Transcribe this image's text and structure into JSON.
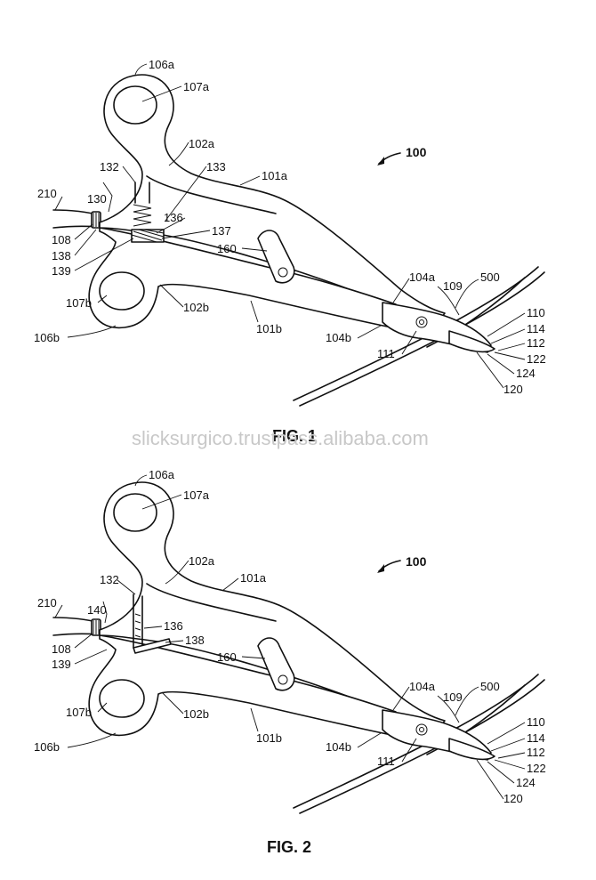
{
  "watermark": "slicksurgico.trustpass.alibaba.com",
  "figures": [
    {
      "caption": "FIG. 1",
      "ref_main": "100",
      "labels": [
        "106a",
        "107a",
        "102a",
        "133",
        "101a",
        "132",
        "130",
        "210",
        "136",
        "137",
        "108",
        "138",
        "139",
        "160",
        "107b",
        "102b",
        "106b",
        "101b",
        "104a",
        "109",
        "500",
        "104b",
        "111",
        "110",
        "114",
        "112",
        "122",
        "124",
        "120"
      ]
    },
    {
      "caption": "FIG. 2",
      "ref_main": "100",
      "labels": [
        "106a",
        "107a",
        "102a",
        "101a",
        "132",
        "140",
        "210",
        "136",
        "108",
        "138",
        "139",
        "160",
        "107b",
        "102b",
        "106b",
        "101b",
        "104a",
        "109",
        "500",
        "104b",
        "111",
        "110",
        "114",
        "112",
        "122",
        "124",
        "120"
      ]
    }
  ]
}
